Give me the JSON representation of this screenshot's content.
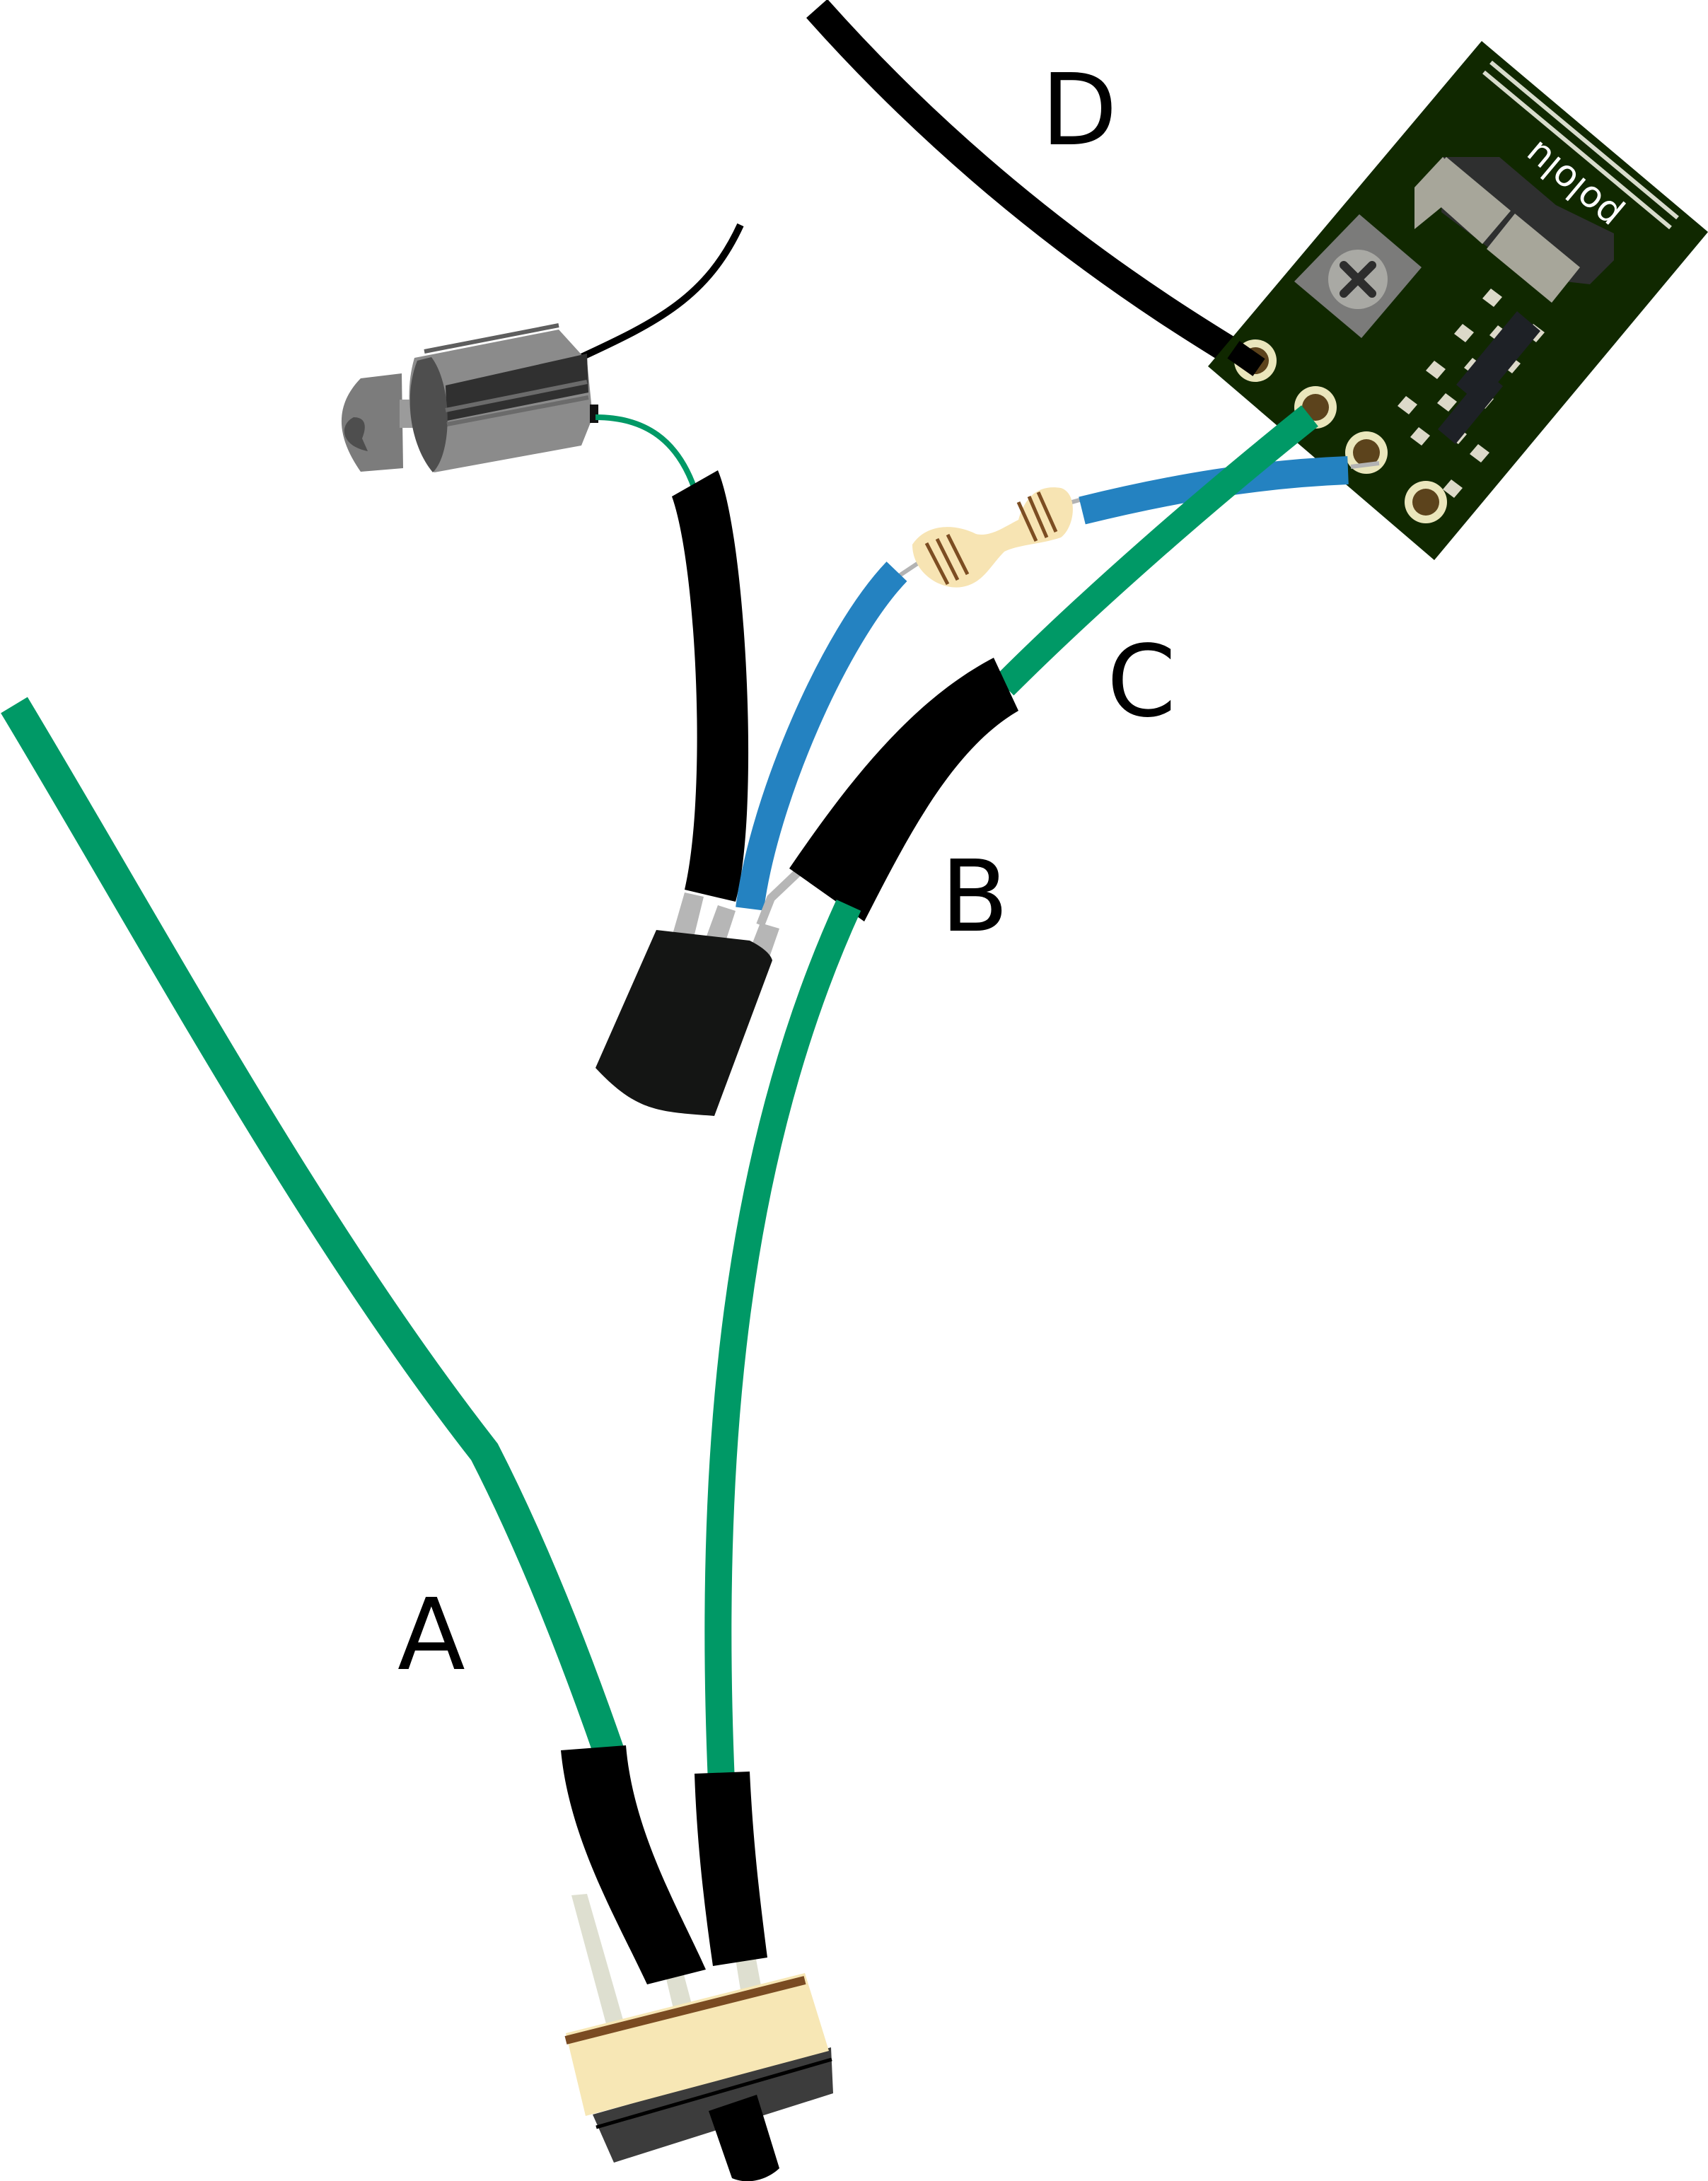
{
  "labels": {
    "a": "A",
    "b": "B",
    "c": "C",
    "d": "D"
  },
  "board": {
    "brand": "pololu"
  },
  "colors": {
    "green_wire": "#009966",
    "blue_wire": "#2482c1",
    "black_wire": "#000000",
    "board": "#102800",
    "switch_body": "#f7e7b5",
    "resistor_body": "#f7e4b3",
    "transistor": "#141514"
  },
  "icons": {
    "potentiometer": "cross-screw-icon",
    "switch": "slide-switch-icon",
    "motor": "vibration-motor-icon"
  }
}
